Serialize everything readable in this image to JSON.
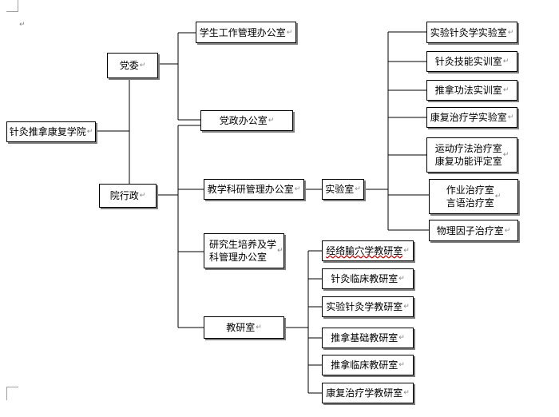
{
  "page_mark": "↵",
  "nodes": [
    {
      "id": "root",
      "label": "针灸推拿康复学院",
      "mark": "↵"
    },
    {
      "id": "dangwei",
      "label": "党委",
      "mark": "↵"
    },
    {
      "id": "yuan",
      "label": "院行政",
      "mark": "↵"
    },
    {
      "id": "xuesheng",
      "label": "学生工作管理办公室",
      "mark": "↵"
    },
    {
      "id": "dangzheng",
      "label": "党政办公室",
      "mark": "↵"
    },
    {
      "id": "jiaoxue",
      "label": "教学科研管理办公室",
      "mark": "↵"
    },
    {
      "id": "yanjiusheng",
      "label": "研究生培养及学\n科管理办公室",
      "mark": "↵"
    },
    {
      "id": "jiaoyanshi",
      "label": "教研室",
      "mark": "↵"
    },
    {
      "id": "shiyanshi",
      "label": "实验室",
      "mark": "↵"
    },
    {
      "id": "lab1",
      "label": "实验针灸学实验室",
      "mark": "↵"
    },
    {
      "id": "lab2",
      "label": "针灸技能实训室",
      "mark": "↵"
    },
    {
      "id": "lab3",
      "label": "推拿功法实训室",
      "mark": "↵"
    },
    {
      "id": "lab4",
      "label": "康复治疗学实验室",
      "mark": "↵"
    },
    {
      "id": "lab5",
      "label": "运动疗法治疗室\n康复功能评定室",
      "mark": "↵"
    },
    {
      "id": "lab6",
      "label": "作业治疗室\n言语治疗室",
      "mark": "↵"
    },
    {
      "id": "lab7",
      "label": "物理因子治疗室",
      "mark": "↵"
    },
    {
      "id": "t1",
      "label": "经络腧穴学教研室",
      "mark": "↵"
    },
    {
      "id": "t2",
      "label": "针灸临床教研室",
      "mark": "↵"
    },
    {
      "id": "t3",
      "label": "实验针灸学教研室",
      "mark": "↵"
    },
    {
      "id": "t4",
      "label": "推拿基础教研室",
      "mark": "↵"
    },
    {
      "id": "t5",
      "label": "推拿临床教研室",
      "mark": "↵"
    },
    {
      "id": "t6",
      "label": "康复治疗学教研室",
      "mark": "↵"
    }
  ]
}
